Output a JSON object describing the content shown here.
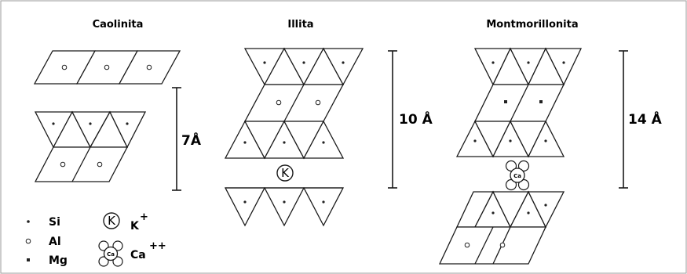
{
  "titles": {
    "kaolinite": "Caolinita",
    "illite": "Illita",
    "montmorillonite": "Montmorillonita"
  },
  "dimensions": {
    "kaolinite": "7Å",
    "illite": "10 Å",
    "montmorillonite": "14 Å"
  },
  "ions": {
    "potassium_symbol": "K",
    "calcium_symbol": "Ca"
  },
  "legend": {
    "si": "Si",
    "al": "Al",
    "mg": "Mg",
    "k_label": "K",
    "k_charge": "+",
    "ca_label": "Ca",
    "ca_charge": "++"
  }
}
